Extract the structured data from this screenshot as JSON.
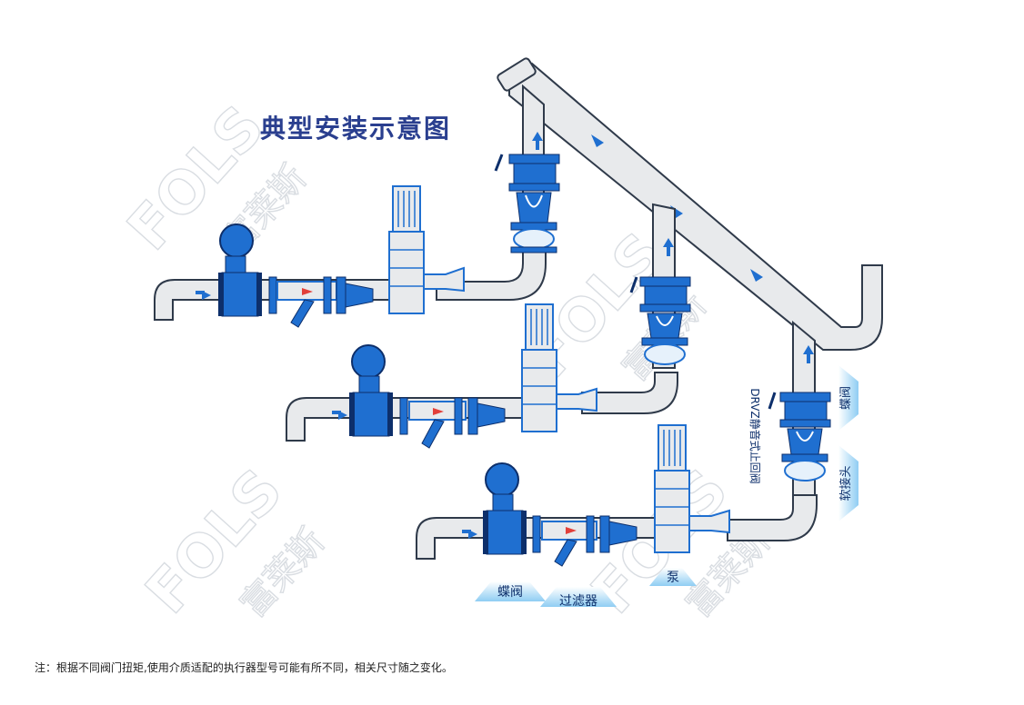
{
  "title": "典型安装示意图",
  "footnote": "注：根据不同阀门扭矩,使用介质适配的执行器型号可能有所不同，相关尺寸随之变化。",
  "labels": {
    "butterfly_valve_bottom": "蝶阀",
    "filter": "过滤器",
    "pump": "泵",
    "butterfly_valve_right": "蝶阀",
    "soft_joint": "软接头",
    "check_valve": "DRVZ静音式止回阀"
  },
  "watermark": {
    "brand_latin": "FOLS",
    "brand_cn": "富莱斯"
  },
  "colors": {
    "title": "#2a3f8f",
    "pipe_fill": "#e8eaec",
    "pipe_stroke": "#2f3a4a",
    "equipment_blue": "#1f6fd0",
    "equipment_dark": "#0d2f6b",
    "flow_arrow": "#1f6fd0",
    "flow_arrow_red": "#e2403a",
    "tag_fill": "#9fd4f5"
  }
}
